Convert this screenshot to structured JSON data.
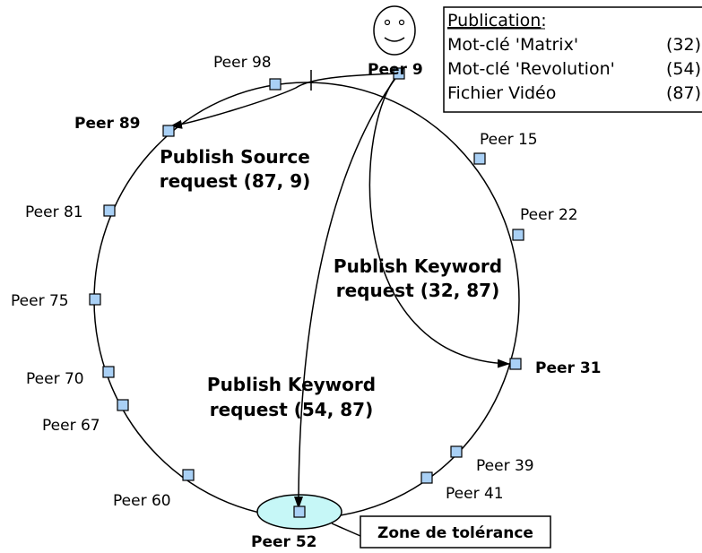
{
  "publication": {
    "title": "Publication",
    "title_suffix": ":",
    "rows": [
      {
        "label": "Mot-clé 'Matrix'",
        "id": "(32)"
      },
      {
        "label": "Mot-clé 'Revolution'",
        "id": "(54)"
      },
      {
        "label": "Fichier Vidéo",
        "id": "(87)"
      }
    ]
  },
  "peers": {
    "p9": "Peer 9",
    "p15": "Peer 15",
    "p22": "Peer 22",
    "p31": "Peer 31",
    "p39": "Peer 39",
    "p41": "Peer 41",
    "p52": "Peer 52",
    "p60": "Peer 60",
    "p67": "Peer 67",
    "p70": "Peer 70",
    "p75": "Peer 75",
    "p81": "Peer 81",
    "p89": "Peer 89",
    "p98": "Peer 98"
  },
  "requests": {
    "source_line1": "Publish Source",
    "source_line2": "request (87, 9)",
    "kw1_line1": "Publish Keyword",
    "kw1_line2": "request (32, 87)",
    "kw2_line1": "Publish Keyword",
    "kw2_line2": "request (54, 87)"
  },
  "tolerance_zone": "Zone de tolérance",
  "colors": {
    "node_fill": "#a9d0f5",
    "zone_fill": "#c6f7f7",
    "line": "#000000"
  }
}
